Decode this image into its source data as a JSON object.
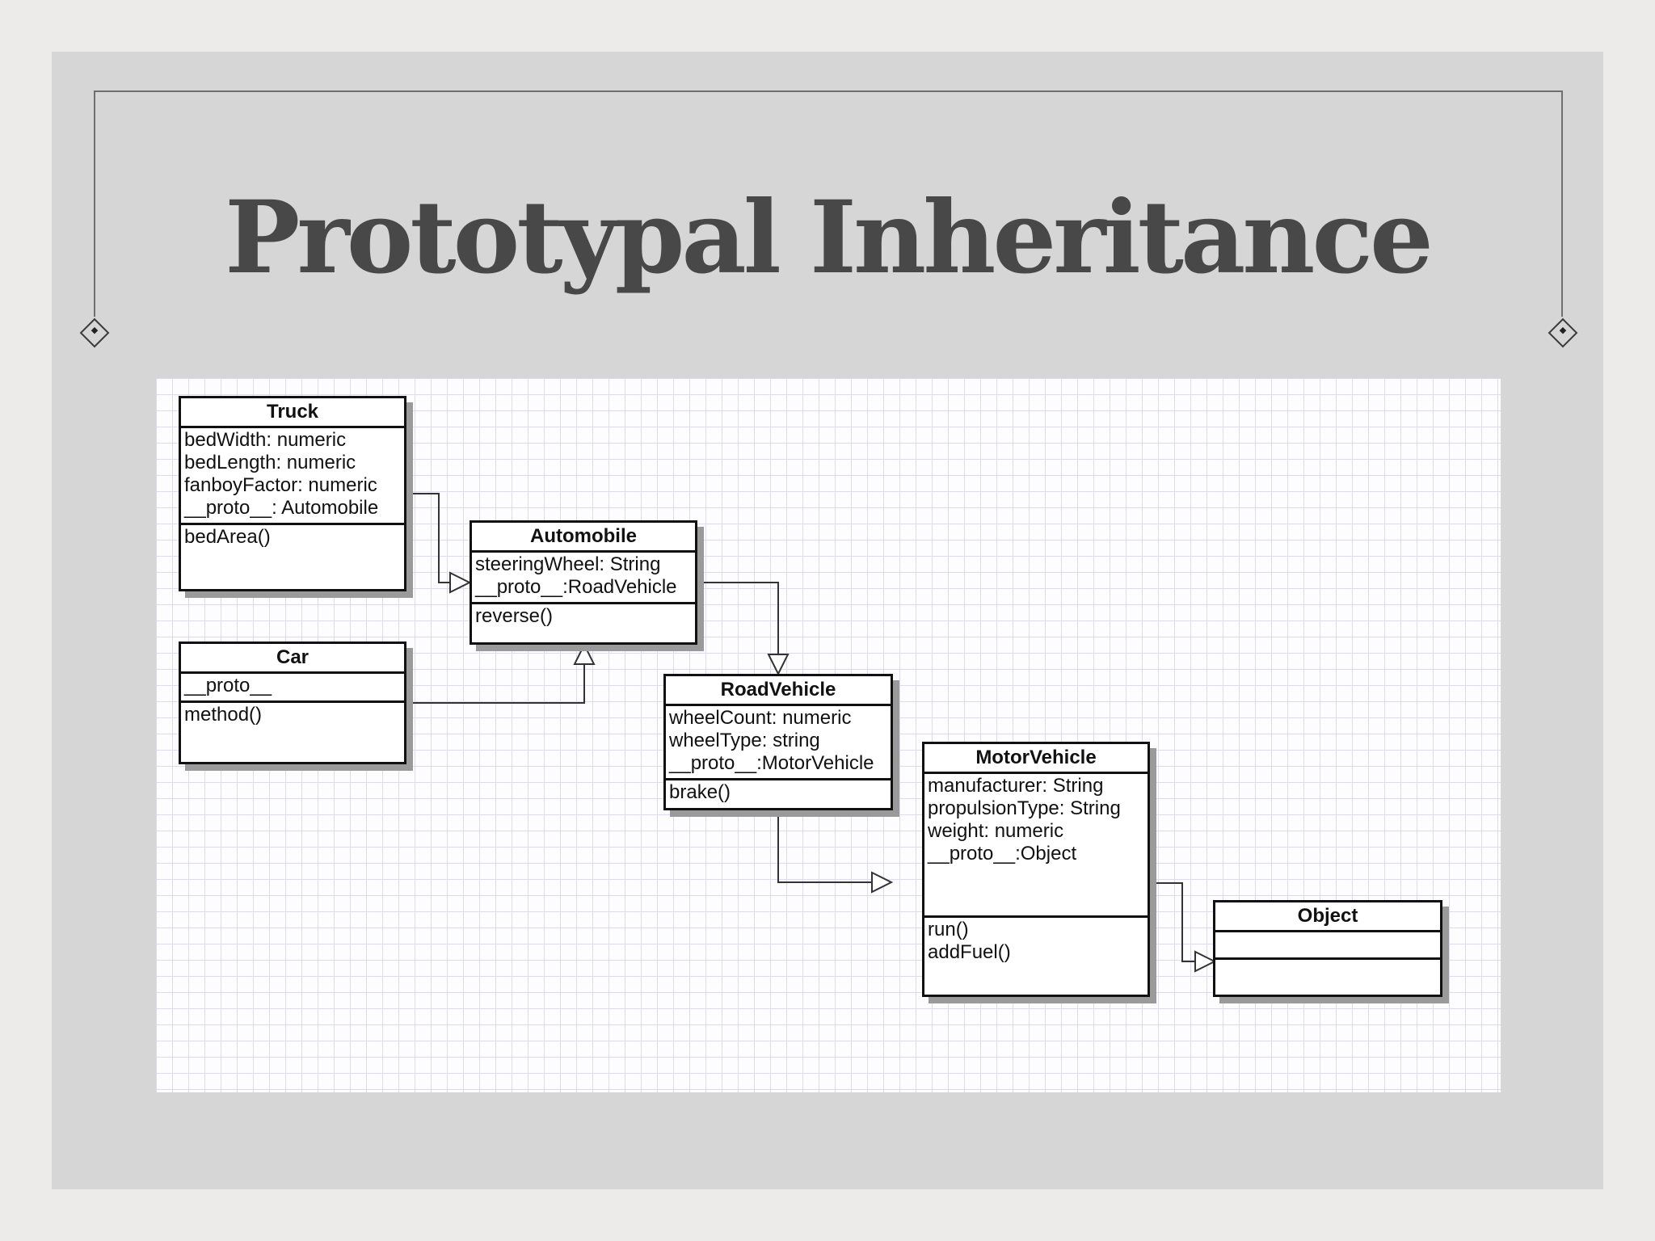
{
  "slide": {
    "title": "Prototypal Inheritance"
  },
  "diagram": {
    "classes": {
      "truck": {
        "name": "Truck",
        "attributes": [
          "bedWidth: numeric",
          "bedLength: numeric",
          "fanboyFactor: numeric",
          "__proto__: Automobile"
        ],
        "methods": [
          "bedArea()"
        ]
      },
      "car": {
        "name": "Car",
        "attributes": [
          "__proto__"
        ],
        "methods": [
          "method()"
        ]
      },
      "automobile": {
        "name": "Automobile",
        "attributes": [
          "steeringWheel: String",
          "__proto__:RoadVehicle"
        ],
        "methods": [
          "reverse()"
        ]
      },
      "roadvehicle": {
        "name": "RoadVehicle",
        "attributes": [
          "wheelCount: numeric",
          "wheelType: string",
          "__proto__:MotorVehicle"
        ],
        "methods": [
          "brake()"
        ]
      },
      "motorvehicle": {
        "name": "MotorVehicle",
        "attributes": [
          "manufacturer: String",
          "propulsionType: String",
          "weight: numeric",
          "__proto__:Object"
        ],
        "methods": [
          "run()",
          "addFuel()"
        ]
      },
      "object": {
        "name": "Object",
        "attributes": [],
        "methods": []
      }
    },
    "inheritance": [
      {
        "from": "Truck",
        "to": "Automobile"
      },
      {
        "from": "Car",
        "to": "Automobile"
      },
      {
        "from": "Automobile",
        "to": "RoadVehicle"
      },
      {
        "from": "RoadVehicle",
        "to": "MotorVehicle"
      },
      {
        "from": "MotorVehicle",
        "to": "Object"
      }
    ]
  }
}
